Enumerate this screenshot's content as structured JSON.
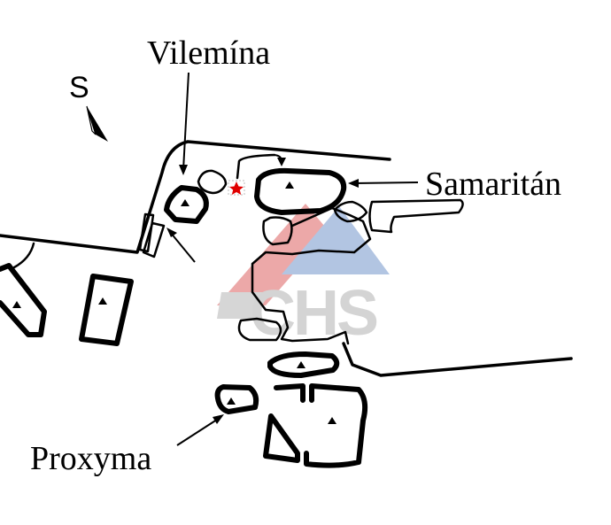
{
  "labels": {
    "vilemina": "Vilemína",
    "samaritan": "Samaritán",
    "proxyma": "Proxyma"
  },
  "compass": {
    "letter": "S",
    "icon": "north-arrow-icon"
  },
  "watermark": {
    "text": "CHS",
    "colors": {
      "red": "#e88a8a",
      "blue": "#8fb0dc",
      "gray": "#c8c8c8"
    }
  },
  "marker": {
    "icon": "red-star-icon",
    "color": "#e00000"
  }
}
